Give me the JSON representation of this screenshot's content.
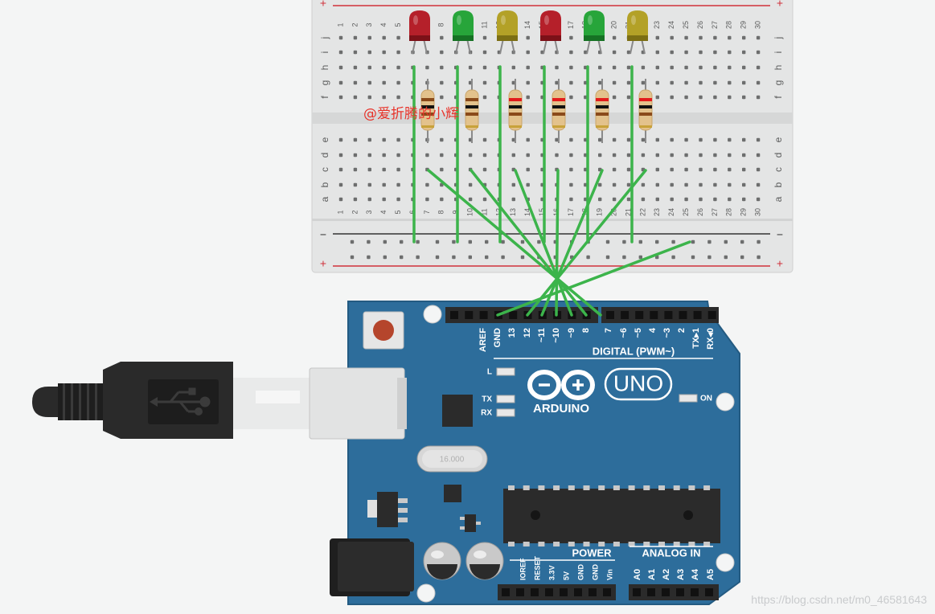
{
  "breadboard": {
    "rail_plus": "+",
    "rail_minus": "−",
    "row_letters_top": [
      "j",
      "i",
      "h",
      "g",
      "f"
    ],
    "row_letters_bottom": [
      "e",
      "d",
      "c",
      "b",
      "a"
    ],
    "column_numbers": [
      "1",
      "2",
      "3",
      "4",
      "5",
      "6",
      "7",
      "8",
      "9",
      "10",
      "11",
      "12",
      "13",
      "14",
      "15",
      "16",
      "17",
      "18",
      "19",
      "20",
      "21",
      "22",
      "23",
      "24",
      "25",
      "26",
      "27",
      "28",
      "29",
      "30"
    ]
  },
  "leds": [
    {
      "color": "#b5202a",
      "shade": "#7c1118"
    },
    {
      "color": "#27a53a",
      "shade": "#167224"
    },
    {
      "color": "#b3a127",
      "shade": "#7c6f14"
    },
    {
      "color": "#b5202a",
      "shade": "#7c1118"
    },
    {
      "color": "#27a53a",
      "shade": "#167224"
    },
    {
      "color": "#b3a127",
      "shade": "#7c6f14"
    }
  ],
  "resistor_bands": [
    [
      "#8a4a1a",
      "#111111",
      "#8a4a1a"
    ],
    [
      "#8a4a1a",
      "#111111",
      "#8a4a1a"
    ],
    [
      "#e31c1c",
      "#111111",
      "#8a4a1a"
    ],
    [
      "#e31c1c",
      "#111111",
      "#8a4a1a"
    ],
    [
      "#e31c1c",
      "#111111",
      "#8a4a1a"
    ],
    [
      "#e31c1c",
      "#111111",
      "#8a4a1a"
    ]
  ],
  "arduino": {
    "brand": "ARDUINO",
    "model": "UNO",
    "board_color": "#2d6d9b",
    "digital_header_label": "DIGITAL (PWM~)",
    "digital_pins_left": [
      "AREF",
      "GND",
      "13",
      "12",
      "~11",
      "~10",
      "~9",
      "8"
    ],
    "digital_pins_right": [
      "7",
      "~6",
      "~5",
      "4",
      "~3",
      "2",
      "TX▸1",
      "RX◂0"
    ],
    "led_labels": {
      "l": "L",
      "tx": "TX",
      "rx": "RX",
      "on": "ON"
    },
    "crystal": "16.000",
    "power_header_label": "POWER",
    "power_pins": [
      "IOREF",
      "RESET",
      "3.3V",
      "5V",
      "GND",
      "GND",
      "Vin"
    ],
    "analog_header_label": "ANALOG IN",
    "analog_pins": [
      "A0",
      "A1",
      "A2",
      "A3",
      "A4",
      "A5"
    ]
  },
  "wire_color": "#3cb44b",
  "watermark": "@爱折腾的小辉",
  "footer_watermark": "https://blog.csdn.net/m0_46581643"
}
